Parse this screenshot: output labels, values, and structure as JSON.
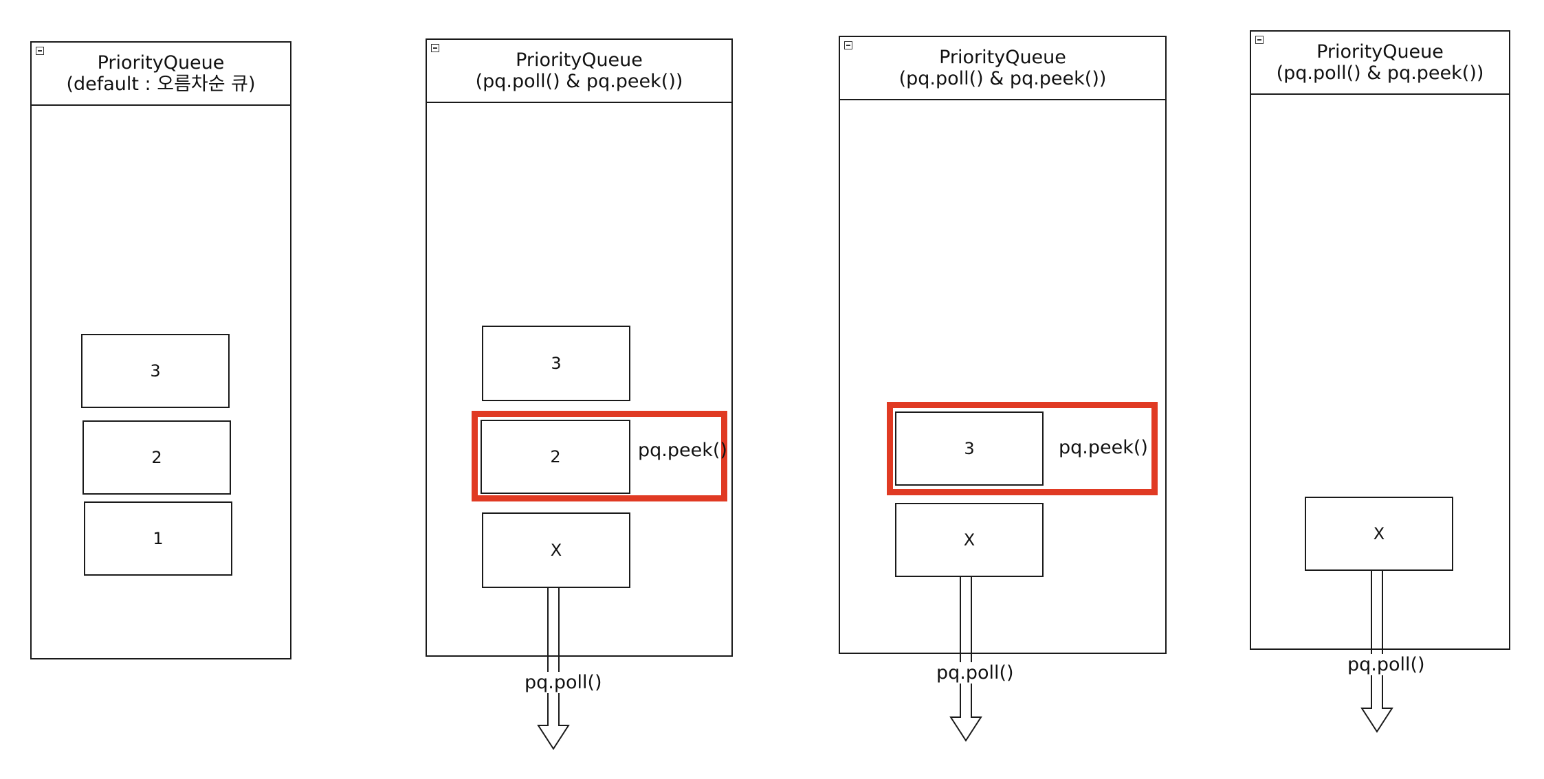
{
  "panels": [
    {
      "title": "PriorityQueue",
      "subtitle": "(default : 오름차순 큐)",
      "items": [
        "3",
        "2",
        "1"
      ],
      "peek_label": "",
      "poll_label": ""
    },
    {
      "title": "PriorityQueue",
      "subtitle": "(pq.poll() & pq.peek())",
      "items": [
        "3",
        "2",
        "X"
      ],
      "peek_label": "pq.peek()",
      "poll_label": "pq.poll()"
    },
    {
      "title": "PriorityQueue",
      "subtitle": "(pq.poll() & pq.peek())",
      "items": [
        "3",
        "X"
      ],
      "peek_label": "pq.peek()",
      "poll_label": "pq.poll()"
    },
    {
      "title": "PriorityQueue",
      "subtitle": "(pq.poll() & pq.peek())",
      "items": [
        "X"
      ],
      "peek_label": "",
      "poll_label": "pq.poll()"
    }
  ],
  "colors": {
    "highlight": "#e03a23",
    "stroke": "#1a1a1a"
  }
}
